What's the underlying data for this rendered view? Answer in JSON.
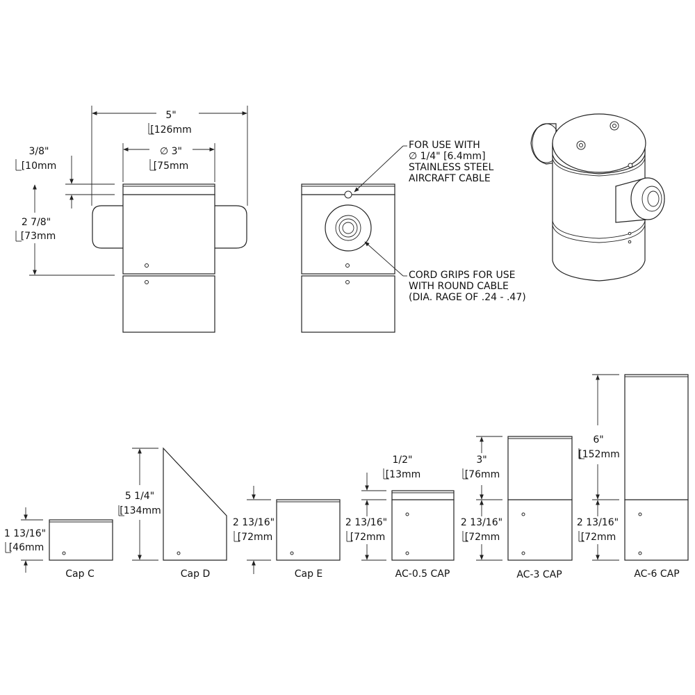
{
  "colors": {
    "line": "#222222",
    "text": "#111111",
    "background": "#ffffff"
  },
  "dims": {
    "width_in": "5\"",
    "width_mm": "[126mm",
    "dia_in": "∅ 3\"",
    "dia_mm": "[75mm",
    "top_in": "3/8\"",
    "top_mm": "[10mm",
    "height_in": "2 7/8\"",
    "height_mm": "[73mm"
  },
  "callouts": {
    "cable": [
      "FOR USE WITH",
      "∅ 1/4\" [6.4mm]",
      "STAINLESS STEEL",
      "AIRCRAFT CABLE"
    ],
    "grip": [
      "CORD GRIPS FOR USE",
      "WITH ROUND CABLE",
      "(DIA. RAGE OF .24 - .47)"
    ]
  },
  "caps": [
    {
      "name": "Cap C",
      "dims": [
        {
          "in": "1 13/16\"",
          "mm": "[46mm"
        }
      ]
    },
    {
      "name": "Cap D",
      "dims": [
        {
          "in": "5 1/4\"",
          "mm": "[134mm"
        }
      ]
    },
    {
      "name": "Cap E",
      "dims": [
        {
          "in": "2 13/16\"",
          "mm": "[72mm"
        }
      ]
    },
    {
      "name": "AC-0.5 CAP",
      "dims": [
        {
          "in": "1/2\"",
          "mm": "[13mm"
        },
        {
          "in": "2 13/16\"",
          "mm": "[72mm"
        }
      ]
    },
    {
      "name": "AC-3 CAP",
      "dims": [
        {
          "in": "3\"",
          "mm": "[76mm"
        },
        {
          "in": "2 13/16\"",
          "mm": "[72mm"
        }
      ]
    },
    {
      "name": "AC-6 CAP",
      "dims": [
        {
          "in": "6\"",
          "mm": "[152mm"
        },
        {
          "in": "2 13/16\"",
          "mm": "[72mm"
        }
      ]
    }
  ]
}
